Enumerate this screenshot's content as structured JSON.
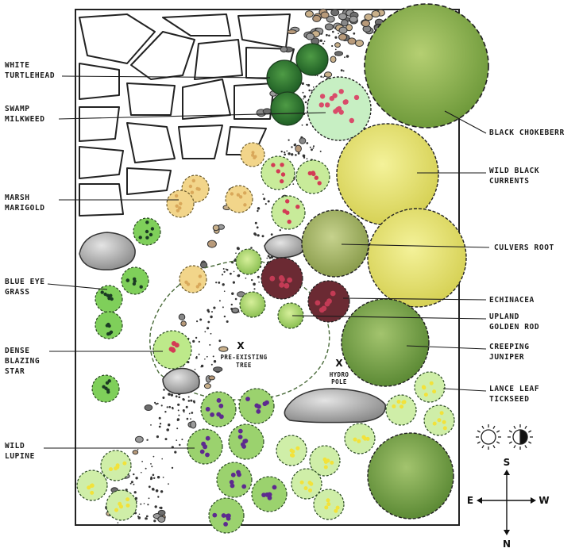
{
  "labels_left": [
    {
      "id": "white-turtlehead",
      "lines": [
        "WHITE",
        "TURTLEHEAD"
      ]
    },
    {
      "id": "swamp-milkweed",
      "lines": [
        "SWAMP",
        "MILKWEED"
      ]
    },
    {
      "id": "marsh-marigold",
      "lines": [
        "MARSH",
        "MARIGOLD"
      ]
    },
    {
      "id": "blue-eye-grass",
      "lines": [
        "BLUE EYE",
        "GRASS"
      ]
    },
    {
      "id": "dense-blazing-star",
      "lines": [
        "DENSE",
        "BLAZING",
        "STAR"
      ]
    },
    {
      "id": "wild-lupine",
      "lines": [
        "WILD",
        "LUPINE"
      ]
    }
  ],
  "labels_right": [
    {
      "id": "black-chokeberry",
      "lines": [
        "BLACK CHOKEBERR"
      ]
    },
    {
      "id": "wild-black-currants",
      "lines": [
        "WILD BLACK",
        "CURRENTS"
      ]
    },
    {
      "id": "culvers-root",
      "lines": [
        "CULVERS ROOT"
      ]
    },
    {
      "id": "echinacea",
      "lines": [
        "ECHINACEA"
      ]
    },
    {
      "id": "upland-golden-rod",
      "lines": [
        "UPLAND",
        "GOLDEN ROD"
      ]
    },
    {
      "id": "creeping-juniper",
      "lines": [
        "CREEPING",
        "JUNIPER"
      ]
    },
    {
      "id": "lance-leaf-tickseed",
      "lines": [
        "LANCE LEAF",
        "TICKSEED"
      ]
    }
  ],
  "in_plan": {
    "tree_mark": "X",
    "tree_label": [
      "PRE-EXISTING",
      "TREE"
    ],
    "pole_mark": "X",
    "pole_label": [
      "HYDRO",
      "POLE"
    ]
  },
  "compass": {
    "top": "S",
    "bottom": "N",
    "left": "E",
    "right": "W"
  },
  "colors": {
    "chokeberry": "#8fb04a",
    "currants": "#e6e36a",
    "culvers": "#a8b86a",
    "juniper": "#7fa64a",
    "echinacea": "#6b2a33",
    "milkweed": "#c2efc4",
    "swamp_shrub": "#2f7a33",
    "lupine": "#5d2a8f",
    "tickseed": "#f2e23a",
    "marigold": "#f2d58a",
    "blazing_star": "#d33b55",
    "rock": "#a8a8a8"
  }
}
